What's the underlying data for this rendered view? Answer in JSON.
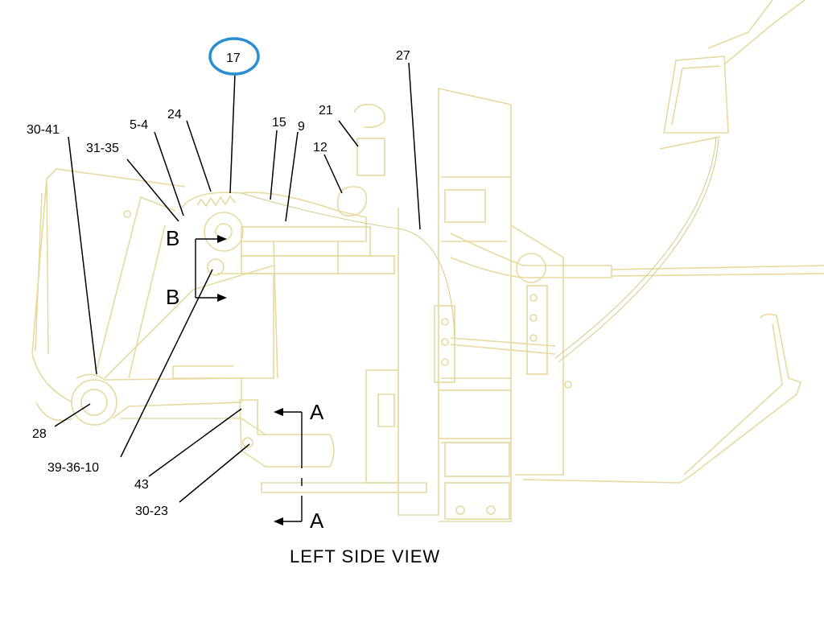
{
  "diagram": {
    "view_title": "LEFT SIDE VIEW",
    "highlight_color": "#2a8fd0",
    "callouts": [
      {
        "label": "17",
        "highlighted": true
      },
      {
        "label": "27"
      },
      {
        "label": "21"
      },
      {
        "label": "24"
      },
      {
        "label": "15"
      },
      {
        "label": "9"
      },
      {
        "label": "5-4"
      },
      {
        "label": "30-41"
      },
      {
        "label": "31-35"
      },
      {
        "label": "12"
      },
      {
        "label": "28"
      },
      {
        "label": "39-36-10"
      },
      {
        "label": "43"
      },
      {
        "label": "30-23"
      }
    ],
    "section_markers": [
      {
        "label": "B"
      },
      {
        "label": "B"
      },
      {
        "label": "A"
      },
      {
        "label": "A"
      }
    ]
  }
}
